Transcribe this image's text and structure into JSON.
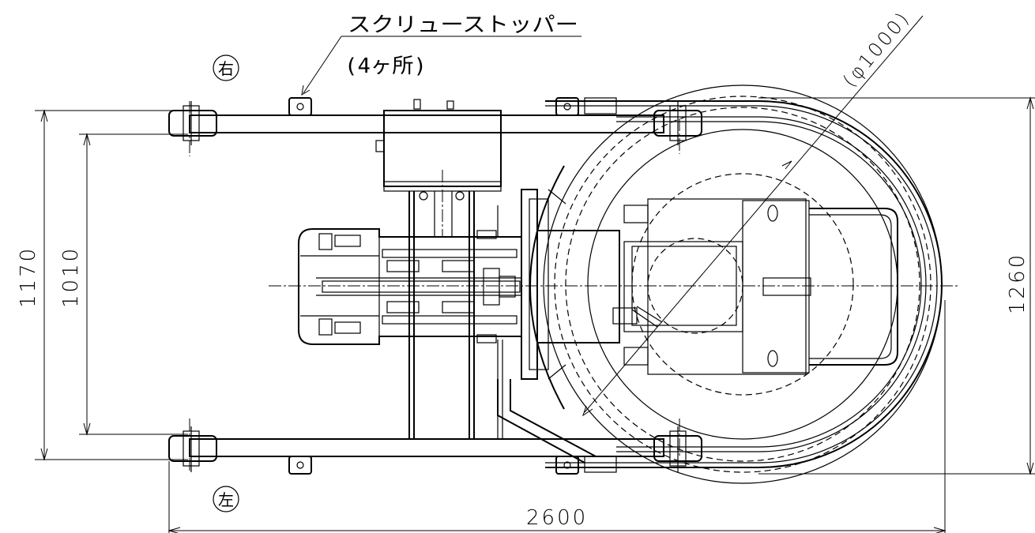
{
  "labels": {
    "callout_line1": "スクリューストッパー",
    "callout_line2": "(4ヶ所)",
    "right_side": "右",
    "left_side": "左",
    "diameter": "(φ1000)"
  },
  "dimensions": {
    "overall_length": "2600",
    "outer_width": "1170",
    "inner_width": "1010",
    "overall_height": "1260"
  }
}
